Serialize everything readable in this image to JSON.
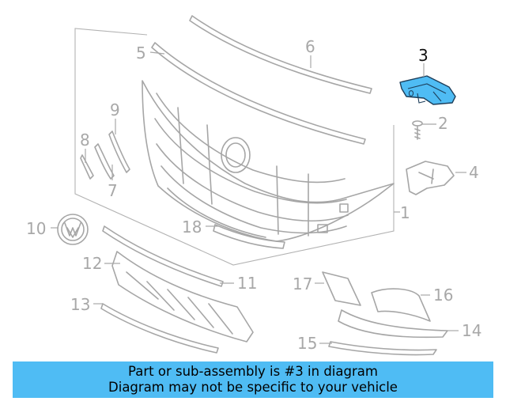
{
  "diagram": {
    "highlight_color": "#4fbcf4",
    "callouts": [
      {
        "id": "1",
        "label": "1"
      },
      {
        "id": "2",
        "label": "2"
      },
      {
        "id": "3",
        "label": "3",
        "highlighted": true
      },
      {
        "id": "4",
        "label": "4"
      },
      {
        "id": "5",
        "label": "5"
      },
      {
        "id": "6",
        "label": "6"
      },
      {
        "id": "7",
        "label": "7"
      },
      {
        "id": "8",
        "label": "8"
      },
      {
        "id": "9",
        "label": "9"
      },
      {
        "id": "10",
        "label": "10"
      },
      {
        "id": "11",
        "label": "11"
      },
      {
        "id": "12",
        "label": "12"
      },
      {
        "id": "13",
        "label": "13"
      },
      {
        "id": "14",
        "label": "14"
      },
      {
        "id": "15",
        "label": "15"
      },
      {
        "id": "16",
        "label": "16"
      },
      {
        "id": "17",
        "label": "17"
      },
      {
        "id": "18",
        "label": "18"
      }
    ]
  },
  "banner": {
    "line1": "Part or sub-assembly is #3 in diagram",
    "line2": "Diagram may not be specific to your vehicle",
    "background": "#4fbcf4"
  }
}
